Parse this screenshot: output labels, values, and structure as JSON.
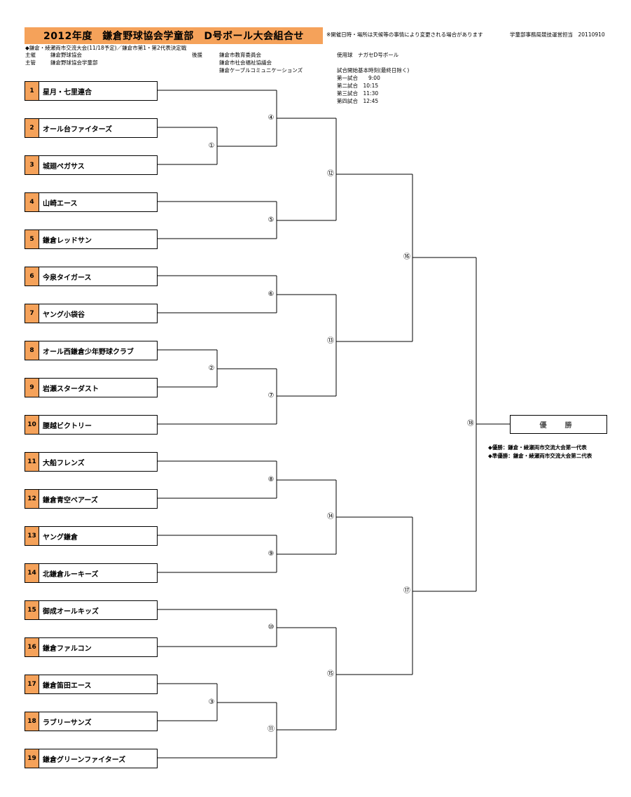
{
  "header": {
    "title": "2012年度　鎌倉野球協会学童部　D号ボール大会組合せ",
    "notice": "※開催日時・場所は天候等の事情により変更される場合があります",
    "office": "学童部事務局競技運営担当　20110910"
  },
  "info": {
    "event": "◆鎌倉・綾瀬両市交流大会(11/18予定)／鎌倉市第1・第2代表決定戦",
    "host_label": "主催",
    "host": "鎌倉野球協会",
    "organizer_label": "主管",
    "organizer": "鎌倉野球協会学童部",
    "support_label": "後援",
    "support": [
      "鎌倉市教育委員会",
      "鎌倉市社会福祉協議会",
      "鎌倉ケーブルコミュニケーションズ"
    ],
    "ball": "使用球　ナガセD号ボール",
    "time_title": "試合開始基本時刻(最終日除く)",
    "times": [
      "第一試合　　9:00",
      "第二試合　10:15",
      "第三試合　11:30",
      "第四試合　12:45"
    ]
  },
  "teams": [
    {
      "num": "1",
      "name": "星月・七里連合"
    },
    {
      "num": "2",
      "name": "オール台ファイターズ"
    },
    {
      "num": "3",
      "name": "城廻ペガサス"
    },
    {
      "num": "4",
      "name": "山崎エース"
    },
    {
      "num": "5",
      "name": "鎌倉レッドサン"
    },
    {
      "num": "6",
      "name": "今泉タイガース"
    },
    {
      "num": "7",
      "name": "ヤング小袋谷"
    },
    {
      "num": "8",
      "name": "オール西鎌倉少年野球クラブ"
    },
    {
      "num": "9",
      "name": "岩瀬スターダスト"
    },
    {
      "num": "10",
      "name": "腰越ビクトリー"
    },
    {
      "num": "11",
      "name": "大船フレンズ"
    },
    {
      "num": "12",
      "name": "鎌倉青空ベアーズ"
    },
    {
      "num": "13",
      "name": "ヤング鎌倉"
    },
    {
      "num": "14",
      "name": "北鎌倉ルーキーズ"
    },
    {
      "num": "15",
      "name": "御成オールキッズ"
    },
    {
      "num": "16",
      "name": "鎌倉ファルコン"
    },
    {
      "num": "17",
      "name": "鎌倉笛田エース"
    },
    {
      "num": "18",
      "name": "ラブリーサンズ"
    },
    {
      "num": "19",
      "name": "鎌倉グリーンファイターズ"
    }
  ],
  "matches": [
    "①",
    "②",
    "③",
    "④",
    "⑤",
    "⑥",
    "⑦",
    "⑧",
    "⑨",
    "⑩",
    "⑪",
    "⑫",
    "⑬",
    "⑭",
    "⑮",
    "⑯",
    "⑰",
    "⑱"
  ],
  "final": {
    "label": "優　勝",
    "notes": [
      "◆優勝：鎌倉・綾瀬両市交流大会第一代表",
      "◆準優勝：鎌倉・綾瀬両市交流大会第二代表"
    ]
  }
}
